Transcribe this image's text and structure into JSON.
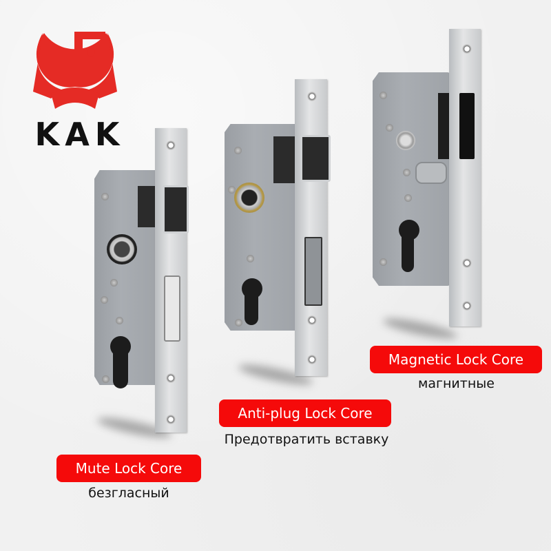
{
  "brand": {
    "name": "KAK",
    "logo_icon": "kak-crescent-f-logo",
    "logo_color": "#e52b25"
  },
  "products": [
    {
      "id": "mute",
      "label": "Mute Lock Core",
      "subtitle": "безгласный",
      "badge_color": "#f50a0a",
      "icon": "mortise-lock-icon"
    },
    {
      "id": "anti-plug",
      "label": "Anti-plug Lock Core",
      "subtitle": "Предотвратить вставку",
      "badge_color": "#f50a0a",
      "icon": "mortise-lock-icon"
    },
    {
      "id": "magnetic",
      "label": "Magnetic Lock Core",
      "subtitle": "магнитные",
      "badge_color": "#f50a0a",
      "icon": "mortise-lock-icon"
    }
  ]
}
